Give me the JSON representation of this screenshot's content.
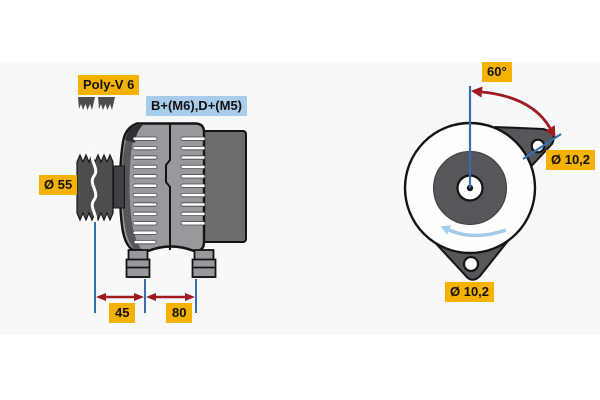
{
  "side_view": {
    "belt_type": "Poly-V 6",
    "terminals": "B+(M6),D+(M5)",
    "pulley_diameter": "Ø 55",
    "dim_pulley_offset": "45",
    "dim_mount_width": "80"
  },
  "front_view": {
    "mount_angle": "60°",
    "top_hole_diameter": "Ø 10,2",
    "bottom_hole_diameter": "Ø 10,2"
  },
  "colors": {
    "dimension_label_bg": "#F5B201",
    "terminal_label_bg": "#A8CCEA",
    "dimension_line_blue": "#3A6CB0",
    "dimension_arrow_red": "#9E1C21",
    "rotation_arrow_blue": "#A5C9E8",
    "body_gray": "#97999C",
    "dark_gray": "#55575A"
  }
}
